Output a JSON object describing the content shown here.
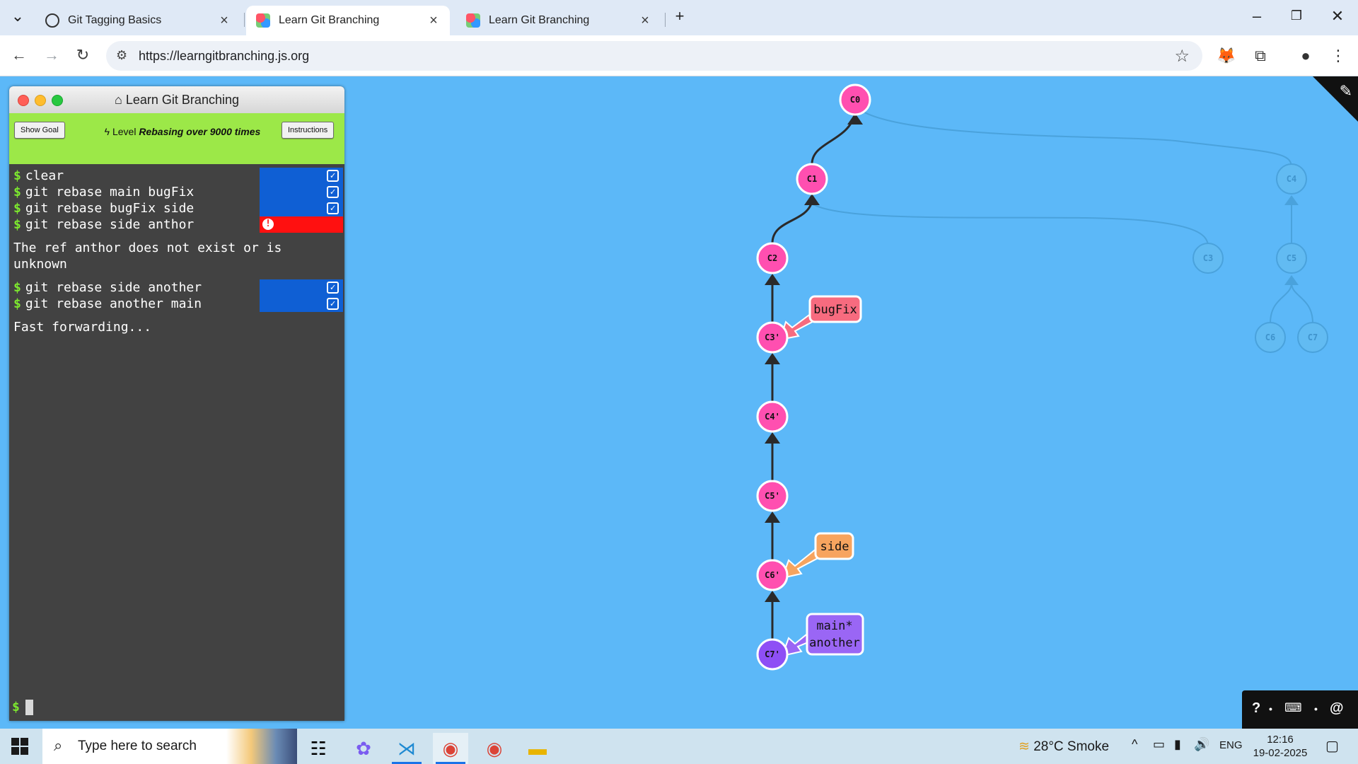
{
  "browser": {
    "tabs": [
      {
        "title": "Git Tagging Basics",
        "active": false
      },
      {
        "title": "Learn Git Branching",
        "active": true
      },
      {
        "title": "Learn Git Branching",
        "active": false
      }
    ],
    "url": "https://learngitbranching.js.org"
  },
  "terminal": {
    "title": "Learn Git Branching",
    "show_goal": "Show Goal",
    "instructions": "Instructions",
    "level_prefix": "Level",
    "level_name": "Rebasing over 9000 times",
    "commands": [
      {
        "text": "clear",
        "status": "ok"
      },
      {
        "text": "git rebase main bugFix",
        "status": "ok"
      },
      {
        "text": "git rebase bugFix side",
        "status": "ok"
      },
      {
        "text": "git rebase side anthor",
        "status": "error"
      }
    ],
    "error_message": "The ref anthor does not exist or is unknown",
    "commands2": [
      {
        "text": "git rebase side another",
        "status": "ok"
      },
      {
        "text": "git rebase another main",
        "status": "ok"
      }
    ],
    "result_message": "Fast forwarding...",
    "prompt": "$"
  },
  "graph": {
    "commits": [
      "C0",
      "C1",
      "C2",
      "C3'",
      "C4'",
      "C5'",
      "C6'",
      "C7'",
      "C4",
      "C3",
      "C5",
      "C6",
      "C7"
    ],
    "branches": [
      {
        "label": "bugFix",
        "commit": "C3'",
        "color": "#f76b7f"
      },
      {
        "label": "side",
        "commit": "C6'",
        "color": "#f7a45f"
      },
      {
        "label": "main*",
        "label2": "another",
        "commit": "C7'",
        "color": "#9a66f5"
      }
    ],
    "colors": {
      "active_commit": "#ff4fb0",
      "head_commit": "#8e4ff5",
      "ghost_commit": "#5db6ef"
    }
  },
  "taskbar": {
    "search_placeholder": "Type here to search",
    "weather": "28°C  Smoke",
    "lang": "ENG",
    "time": "12:16",
    "date": "19-02-2025"
  }
}
